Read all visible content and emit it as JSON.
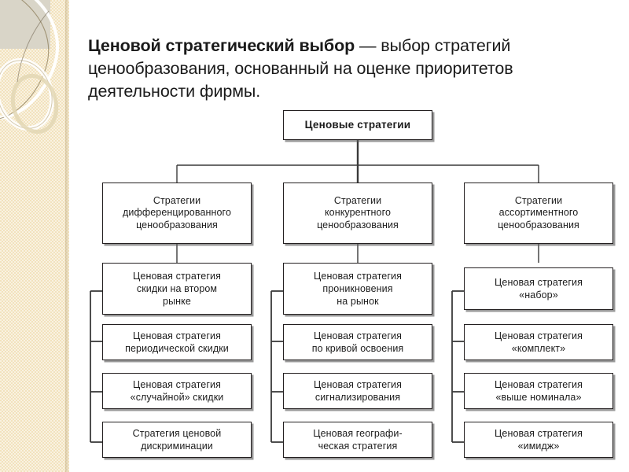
{
  "heading": {
    "bold_lead": "Ценовой стратегический выбор",
    "rest": " — выбор стратегий ценообразования, основанный на оценке приоритетов деятельности фирмы."
  },
  "colors": {
    "sidebar_beige": "#f2e2bd",
    "sidebar_grey": "#d9d5c8",
    "box_border": "#231f20",
    "box_shadow": "#5a5a5a",
    "page_background": "#ffffff",
    "text": "#1c1c1c"
  },
  "diagram": {
    "root": {
      "label": "Ценовые стратегии"
    },
    "columns": [
      {
        "category": "Стратегии\nдифференцированного\nценообразования",
        "leaves": [
          "Ценовая стратегия\nскидки на втором\nрынке",
          "Ценовая стратегия\nпериодической скидки",
          "Ценовая стратегия\n«случайной» скидки",
          "Стратегия ценовой\nдискриминации"
        ]
      },
      {
        "category": "Стратегии\nконкурентного\nценообразования",
        "leaves": [
          "Ценовая стратегия\nпроникновения\nна рынок",
          "Ценовая стратегия\nпо кривой освоения",
          "Ценовая стратегия\nсигнализирования",
          "Ценовая географи-\nческая стратегия"
        ]
      },
      {
        "category": "Стратегии\nассортиментного\nценообразования",
        "leaves": [
          "Ценовая стратегия\n«набор»",
          "Ценовая стратегия\n«комплект»",
          "Ценовая стратегия\n«выше номинала»",
          "Ценовая стратегия\n«имидж»"
        ]
      }
    ]
  }
}
